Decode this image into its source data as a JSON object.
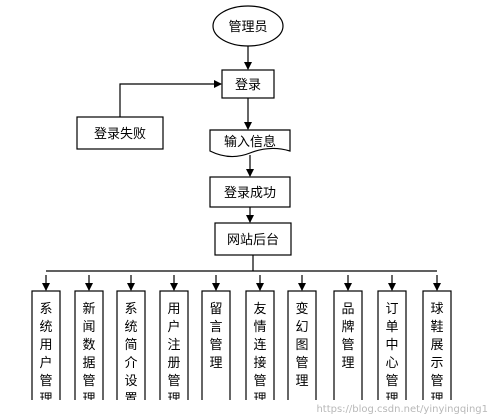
{
  "nodes": {
    "admin": "管理员",
    "login": "登录",
    "login_failed": "登录失败",
    "input_info": "输入信息",
    "login_success": "登录成功",
    "backend": "网站后台"
  },
  "modules": [
    "系统用户管理",
    "新闻数据管理",
    "系统简介设置",
    "用户注册管理",
    "留言管理",
    "友情连接管理",
    "变幻图管理",
    "品牌管理",
    "订单中心管理",
    "球鞋展示管理"
  ],
  "watermark": "https://blog.csdn.net/yinyingqing1"
}
